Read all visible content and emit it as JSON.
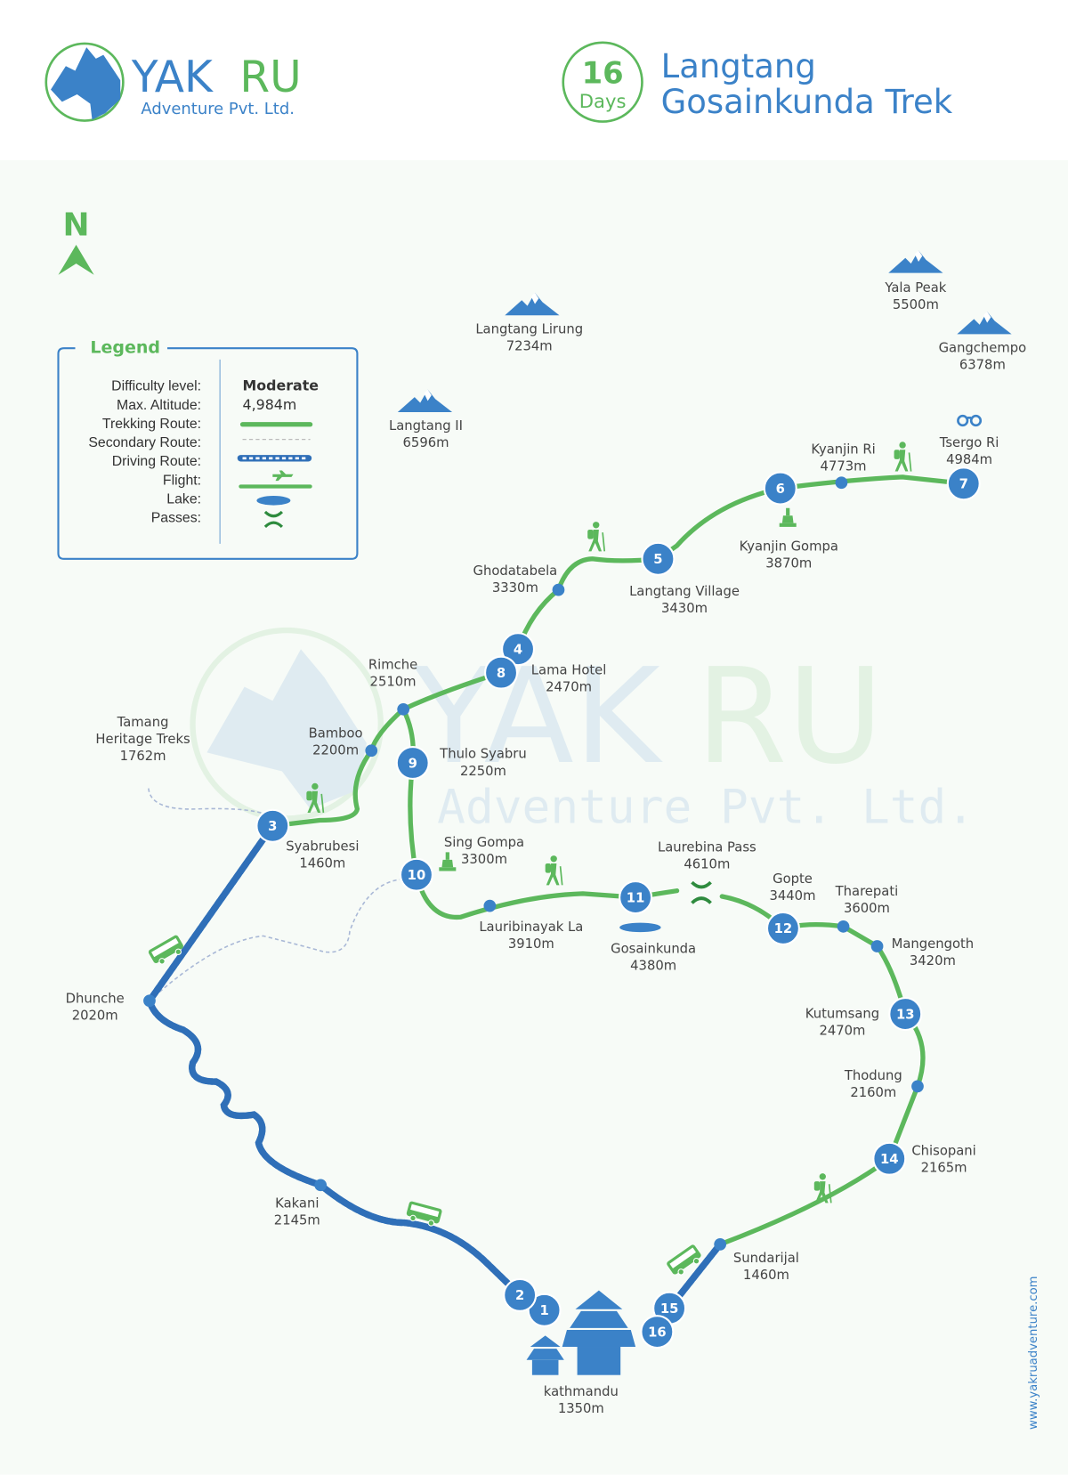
{
  "brand": {
    "name_part1": "YAK",
    "name_part2": "RU",
    "tagline": "Adventure Pvt. Ltd.",
    "website": "www.yakruadventure.com"
  },
  "trip": {
    "days_number": "16",
    "days_label": "Days",
    "title_line1": "Langtang",
    "title_line2": "Gosainkunda Trek"
  },
  "compass": {
    "label": "N"
  },
  "legend": {
    "title": "Legend",
    "rows": [
      {
        "label": "Difficulty level:",
        "value": "Moderate"
      },
      {
        "label": "Max. Altitude:",
        "value": "4,984m"
      },
      {
        "label": "Trekking Route:"
      },
      {
        "label": "Secondary Route:"
      },
      {
        "label": "Driving Route:"
      },
      {
        "label": "Flight:"
      },
      {
        "label": "Lake:"
      },
      {
        "label": "Passes:"
      }
    ]
  },
  "peaks": [
    {
      "name": "Langtang Lirung",
      "alt": "7234m"
    },
    {
      "name": "Yala Peak",
      "alt": "5500m"
    },
    {
      "name": "Gangchempo",
      "alt": "6378m"
    },
    {
      "name": "Langtang II",
      "alt": "6596m"
    }
  ],
  "places": [
    {
      "name": "Kyanjin Ri",
      "alt": "4773m"
    },
    {
      "name": "Tsergo Ri",
      "alt": "4984m"
    },
    {
      "name": "Kyanjin Gompa",
      "alt": "3870m"
    },
    {
      "name": "Langtang Village",
      "alt": "3430m"
    },
    {
      "name": "Ghodatabela",
      "alt": "3330m"
    },
    {
      "name": "Lama Hotel",
      "alt": "2470m"
    },
    {
      "name": "Rimche",
      "alt": "2510m"
    },
    {
      "name": "Bamboo",
      "alt": "2200m"
    },
    {
      "name": "Thulo Syabru",
      "alt": "2250m"
    },
    {
      "name": "Tamang Heritage Treks",
      "alt": "1762m"
    },
    {
      "name": "Syabrubesi",
      "alt": "1460m"
    },
    {
      "name": "Sing Gompa",
      "alt": "3300m"
    },
    {
      "name": "Laurebina Pass",
      "alt": "4610m"
    },
    {
      "name": "Gopte",
      "alt": "3440m"
    },
    {
      "name": "Tharepati",
      "alt": "3600m"
    },
    {
      "name": "Mangengoth",
      "alt": "3420m"
    },
    {
      "name": "Kutumsang",
      "alt": "2470m"
    },
    {
      "name": "Thodung",
      "alt": "2160m"
    },
    {
      "name": "Chisopani",
      "alt": "2165m"
    },
    {
      "name": "Sundarijal",
      "alt": "1460m"
    },
    {
      "name": "Lauribinayak La",
      "alt": "3910m"
    },
    {
      "name": "Gosainkunda",
      "alt": "4380m"
    },
    {
      "name": "Dhunche",
      "alt": "2020m"
    },
    {
      "name": "Kakani",
      "alt": "2145m"
    },
    {
      "name": "kathmandu",
      "alt": "1350m"
    }
  ],
  "stops": [
    "1",
    "2",
    "3",
    "4",
    "5",
    "6",
    "7",
    "8",
    "9",
    "10",
    "11",
    "12",
    "13",
    "14",
    "15",
    "16"
  ],
  "colors": {
    "blue": "#3b82c8",
    "green": "#5cb85c",
    "text": "#444444",
    "map_bg": "#f7fbf7"
  }
}
